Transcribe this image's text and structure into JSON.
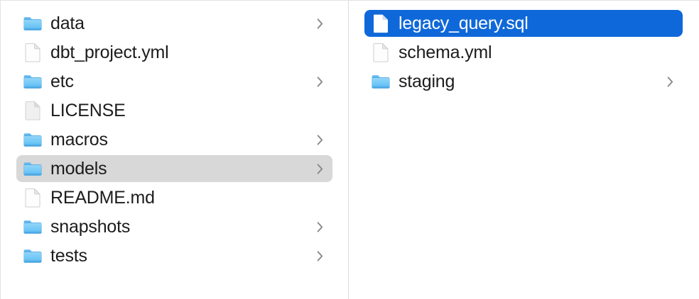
{
  "window": {
    "title": "Finder Column View",
    "view_mode": "column"
  },
  "colors": {
    "selection_active": "#0f68d9",
    "selection_inactive": "#d8d8d8",
    "folder_blue": "#5bbdf5",
    "text_primary": "#1c1c1e",
    "text_selected": "#ffffff",
    "divider": "#dcdcdc",
    "chevron": "#808080"
  },
  "columns": [
    {
      "name": "project-root-column",
      "items": [
        {
          "label": "data",
          "kind": "folder",
          "icon": "folder-icon",
          "chevron": true,
          "selected": false,
          "selection_style": "none"
        },
        {
          "label": "dbt_project.yml",
          "kind": "file",
          "icon": "document-icon",
          "chevron": false,
          "selected": false,
          "selection_style": "none"
        },
        {
          "label": "etc",
          "kind": "folder",
          "icon": "folder-icon",
          "chevron": true,
          "selected": false,
          "selection_style": "none"
        },
        {
          "label": "LICENSE",
          "kind": "file",
          "icon": "document-plain-icon",
          "chevron": false,
          "selected": false,
          "selection_style": "none"
        },
        {
          "label": "macros",
          "kind": "folder",
          "icon": "folder-icon",
          "chevron": true,
          "selected": false,
          "selection_style": "none"
        },
        {
          "label": "models",
          "kind": "folder",
          "icon": "folder-icon",
          "chevron": true,
          "selected": true,
          "selection_style": "gray"
        },
        {
          "label": "README.md",
          "kind": "file",
          "icon": "document-icon",
          "chevron": false,
          "selected": false,
          "selection_style": "none"
        },
        {
          "label": "snapshots",
          "kind": "folder",
          "icon": "folder-icon",
          "chevron": true,
          "selected": false,
          "selection_style": "none"
        },
        {
          "label": "tests",
          "kind": "folder",
          "icon": "folder-icon",
          "chevron": true,
          "selected": false,
          "selection_style": "none"
        }
      ]
    },
    {
      "name": "models-column",
      "items": [
        {
          "label": "legacy_query.sql",
          "kind": "file",
          "icon": "document-icon",
          "chevron": false,
          "selected": true,
          "selection_style": "blue"
        },
        {
          "label": "schema.yml",
          "kind": "file",
          "icon": "document-icon",
          "chevron": false,
          "selected": false,
          "selection_style": "none"
        },
        {
          "label": "staging",
          "kind": "folder",
          "icon": "folder-icon",
          "chevron": true,
          "selected": false,
          "selection_style": "none"
        }
      ]
    }
  ]
}
